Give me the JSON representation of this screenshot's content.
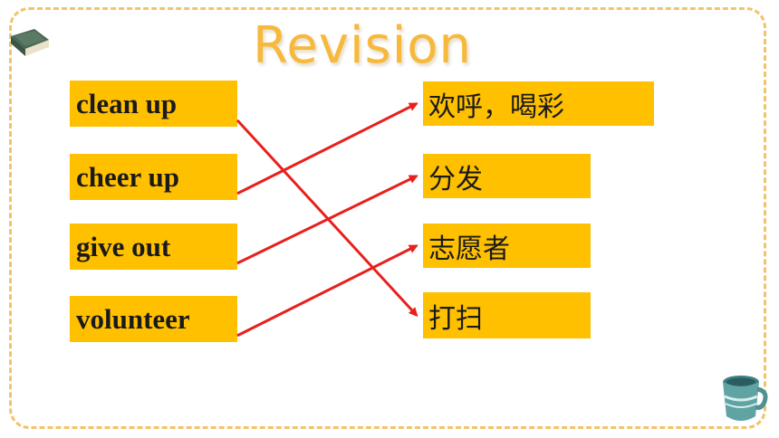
{
  "title": "Revision",
  "left_items": [
    {
      "label": "clean up"
    },
    {
      "label": "cheer up"
    },
    {
      "label": "give out"
    },
    {
      "label": "volunteer"
    }
  ],
  "right_items": [
    {
      "label": "欢呼，喝彩"
    },
    {
      "label": "分发"
    },
    {
      "label": "志愿者"
    },
    {
      "label": "打扫"
    }
  ],
  "matches": [
    {
      "from": 0,
      "to": 3
    },
    {
      "from": 1,
      "to": 0
    },
    {
      "from": 2,
      "to": 1
    },
    {
      "from": 3,
      "to": 2
    }
  ],
  "colors": {
    "box": "#ffc000",
    "arrow": "#e8201c",
    "title": "#f6b93b",
    "frame": "#f2c46a"
  },
  "icons": {
    "top_left": "book-icon",
    "bottom_right": "mug-icon"
  }
}
